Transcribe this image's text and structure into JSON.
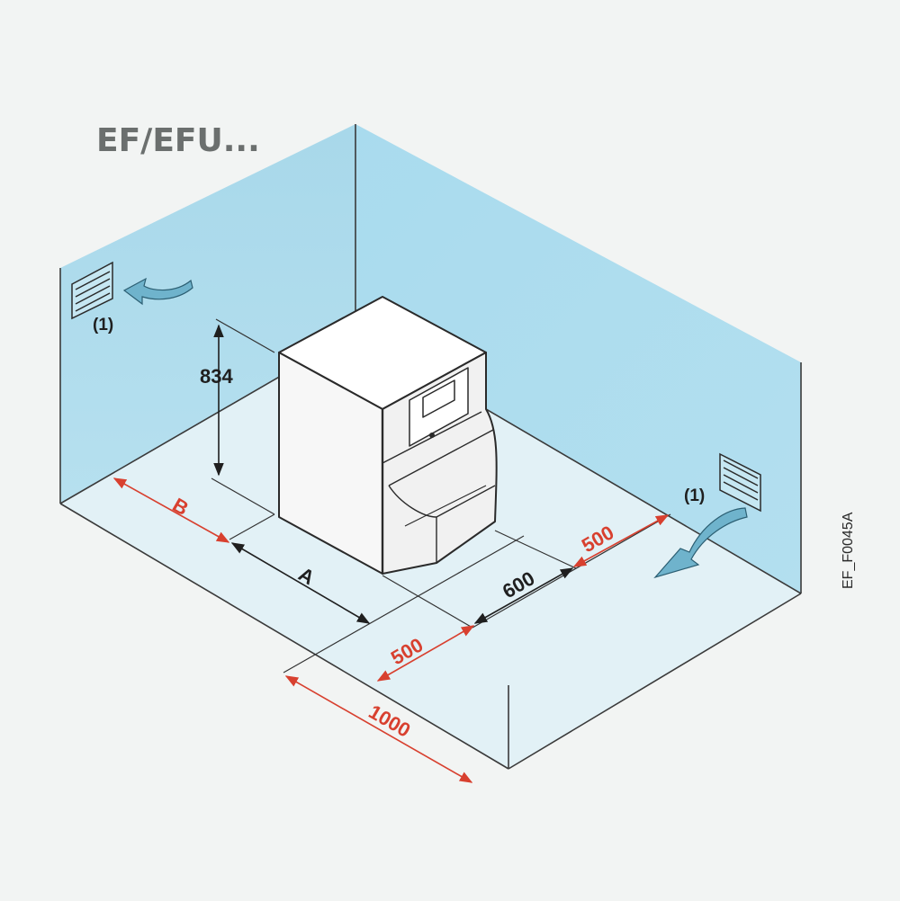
{
  "title": "EF/EFU...",
  "reference": "EF_F0045A",
  "vent_marker": "(1)",
  "dimensions": {
    "height": "834",
    "width": "600",
    "clear_a": "A",
    "clear_b": "B",
    "front_clearance": "500",
    "side_clearance": "500",
    "front_space": "1000"
  },
  "colors": {
    "wall_fill": "#afdcec",
    "floor_fill": "#e2f1f6",
    "dimension_red": "#d8402f",
    "dimension_dark": "#1f1f1f",
    "airflow_arrow": "#6fb3cc",
    "title_gray": "#6b6f6e"
  },
  "icons": [
    "ventilation-grille-icon",
    "airflow-arrow-icon"
  ]
}
